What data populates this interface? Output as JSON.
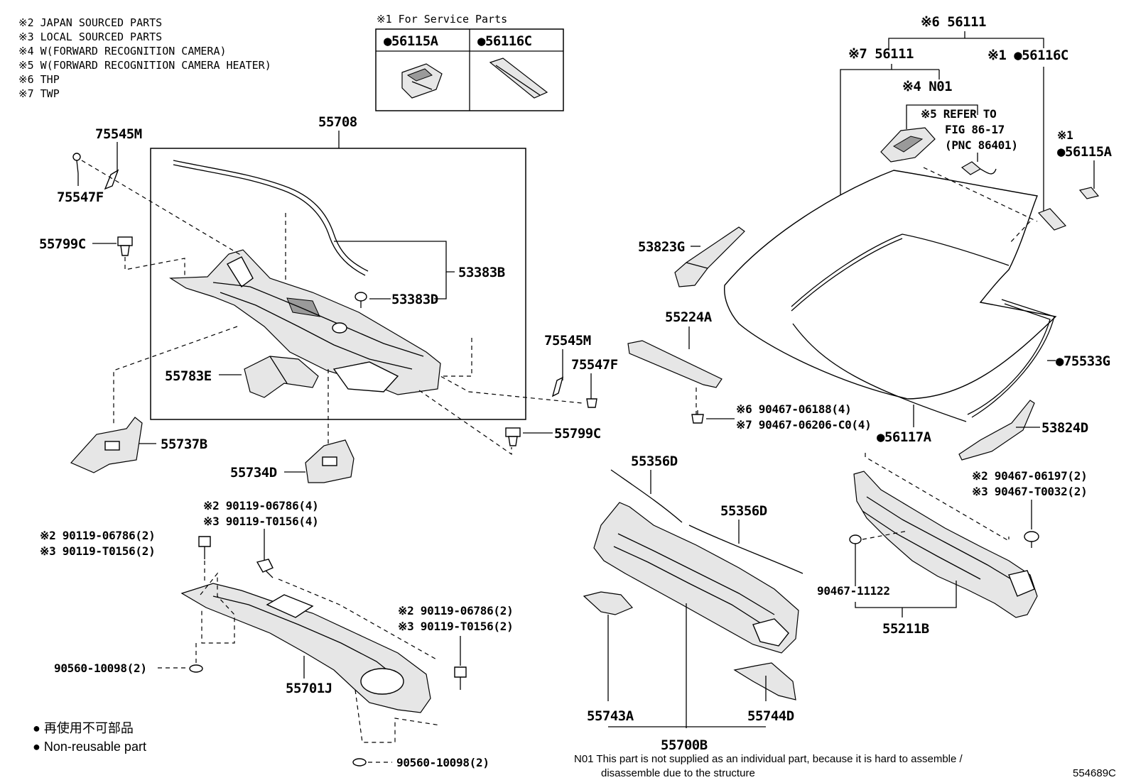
{
  "notes": [
    "※2  JAPAN SOURCED PARTS",
    "※3  LOCAL SOURCED PARTS",
    "※4  W(FORWARD RECOGNITION CAMERA)",
    "※5  W(FORWARD RECOGNITION CAMERA HEATER)",
    "※6  THP",
    "※7  TWP"
  ],
  "service_parts": {
    "title": "※1 For Service Parts",
    "col1": "●56115A",
    "col2": "●56116C"
  },
  "labels": {
    "p56111_top": "※6 56111",
    "p56111": "※7 56111",
    "p56116C": "※1 ●56116C",
    "pN01": "※4 N01",
    "refer1": "※5 REFER TO",
    "refer2": "FIG 86-17",
    "refer3": "(PNC 86401)",
    "p56115A_a": "※1",
    "p56115A_b": "●56115A",
    "p53823G": "53823G",
    "p55224A": "55224A",
    "p75533G": "●75533G",
    "p90467_06188": "※6 90467-06188(4)",
    "p90467_06206": "※7 90467-06206-C0(4)",
    "p56117A": "●56117A",
    "p53824D": "53824D",
    "p55708": "55708",
    "p75545M_a": "75545M",
    "p75547F_a": "75547F",
    "p55799C_a": "55799C",
    "p53383B": "53383B",
    "p53383D": "53383D",
    "p55783E": "55783E",
    "p75545M_b": "75545M",
    "p75547F_b": "75547F",
    "p55799C_b": "55799C",
    "p55737B": "55737B",
    "p55734D": "55734D",
    "p55356D_a": "55356D",
    "p55356D_b": "55356D",
    "p90467_06197": "※2 90467-06197(2)",
    "p90467_T0032": "※3 90467-T0032(2)",
    "p90467_11122": "90467-11122",
    "p55211B": "55211B",
    "p90119_06786_4": "※2 90119-06786(4)",
    "p90119_T0156_4": "※3 90119-T0156(4)",
    "p90119_06786_2a": "※2 90119-06786(2)",
    "p90119_T0156_2a": "※3 90119-T0156(2)",
    "p90119_06786_2b": "※2  90119-06786(2)",
    "p90119_T0156_2b": "※3  90119-T0156(2)",
    "p90560_a": "90560-10098(2)",
    "p90560_b": "90560-10098(2)",
    "p55701J": "55701J",
    "p55743A": "55743A",
    "p55744D": "55744D",
    "p55700B": "55700B"
  },
  "legend": {
    "jp": "● 再使用不可部品",
    "en": "● Non-reusable part"
  },
  "footnote": {
    "line1": "N01 This part is not supplied as an individual part, because it is hard to assemble /",
    "line2": "disassemble due to the structure"
  },
  "diagram_id": "554689C"
}
